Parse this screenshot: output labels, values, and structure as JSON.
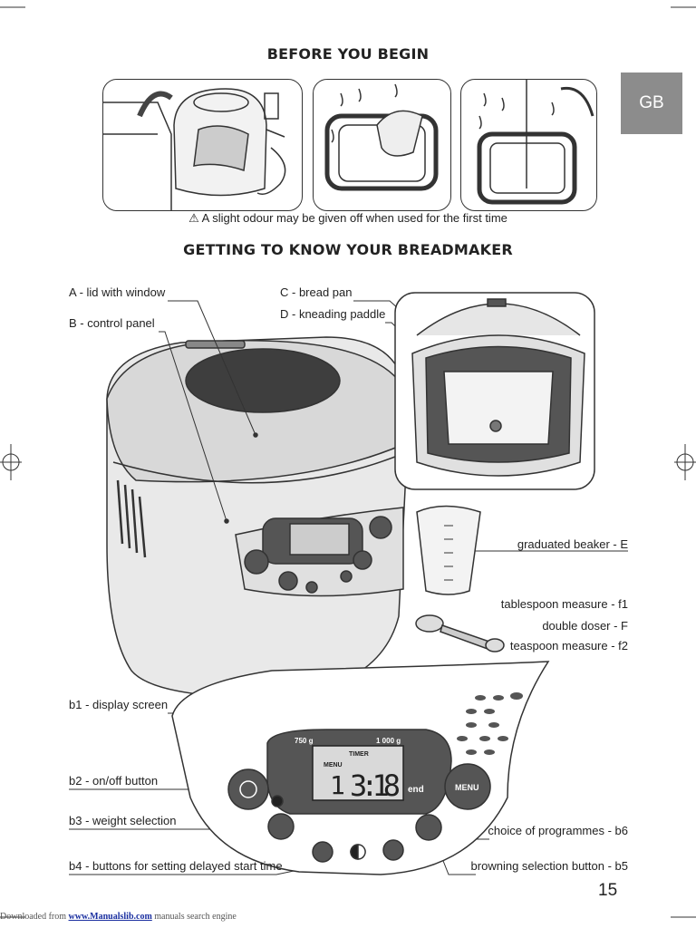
{
  "tab": "GB",
  "sections": {
    "before_title": "BEFORE YOU BEGIN",
    "warning": "⚠ A slight odour may be given off when used for the first time",
    "know_title": "GETTING TO KNOW YOUR BREADMAKER"
  },
  "labels": {
    "a": "A - lid with window",
    "b": "B - control panel",
    "c": "C - bread pan",
    "d": "D - kneading paddle",
    "e": "graduated beaker - E",
    "f1": "tablespoon measure - f1",
    "f": "double doser - F",
    "f2": "teaspoon measure - f2",
    "b1": "b1 - display screen",
    "b2": "b2 - on/off button",
    "b3": "b3 - weight selection",
    "b4": "b4 - buttons for setting delayed start time",
    "b6": "choice of programmes - b6",
    "b5": "browning selection button - b5"
  },
  "display": {
    "weight1": "750 g",
    "weight2": "1 000 g",
    "timer": "TIMER",
    "menu": "MENU",
    "program": "1",
    "time": "3:18",
    "end": "end",
    "menu_button": "MENU"
  },
  "page_number": "15",
  "footer": {
    "prefix": "Downloaded from ",
    "link": "www.Manualslib.com",
    "suffix": " manuals search engine"
  }
}
